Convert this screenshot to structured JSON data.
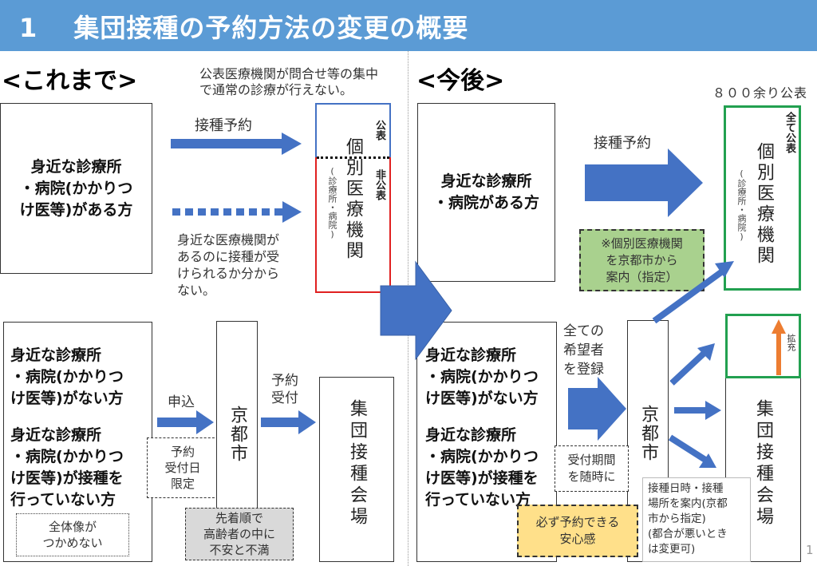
{
  "header": {
    "number": "1",
    "title": "集団接種の予約方法の変更の概要"
  },
  "before": {
    "heading": "<これまで>",
    "top_note": [
      "公表医療機関が問合せ等の集中",
      "で通常の診療が行えない。"
    ],
    "has_clinic_box": [
      "身近な診療所",
      "・病院(かかりつ",
      "け医等)がある方"
    ],
    "arrow_label_reservation": "接種予約",
    "uncertain_note": [
      "身近な医療機関が",
      "あるのに接種が受",
      "けられるか分から",
      "ない。"
    ],
    "clinic_box": {
      "label_public": "公表",
      "label_nonpublic": "非公表",
      "name": "個別医療機関",
      "sub": "(診療所・病院)"
    },
    "no_clinic_box": {
      "group1": [
        "身近な診療所",
        "・病院(かかりつ",
        "け医等)がない方"
      ],
      "group2": [
        "身近な診療所",
        "・病院(かかりつ",
        "け医等)が接種を",
        "行っていない方"
      ],
      "note": [
        "全体像が",
        "つかめない"
      ]
    },
    "apply_label": "申込",
    "limited_note": [
      "予約",
      "受付日",
      "限定"
    ],
    "city_box": "京都市",
    "accept_label": [
      "予約",
      "受付"
    ],
    "first_come_note": [
      "先着順で",
      "高齢者の中に",
      "不安と不満"
    ],
    "venue_box": "集団接種会場"
  },
  "after": {
    "heading": "<今後>",
    "published_count": "８００余り公表",
    "has_clinic_box": [
      "身近な診療所",
      "・病院がある方"
    ],
    "arrow_label_reservation": "接種予約",
    "guide_note": [
      "※個別医療機関",
      "を京都市から",
      "案内（指定）"
    ],
    "clinic_box": {
      "label_all_public": "全て公表",
      "name": "個別医療機関",
      "sub": "(診療所・病院)"
    },
    "no_clinic_box": {
      "group1": [
        "身近な診療所",
        "・病院(かかりつ",
        "け医等)がない方"
      ],
      "group2": [
        "身近な診療所",
        "・病院(かかりつ",
        "け医等)が接種を",
        "行っていない方"
      ]
    },
    "register_label": [
      "全ての",
      "希望者",
      "を登録"
    ],
    "anytime_note": [
      "受付期間",
      "を随時に"
    ],
    "assured_note": [
      "必ず予約できる",
      "安心感"
    ],
    "city_box": "京都市",
    "schedule_note": [
      "接種日時・接種",
      "場所を案内(京都",
      "市から指定)",
      "(都合が悪いとき",
      "は変更可)"
    ],
    "expand_label": "拡充",
    "venue_box": "集団接種会場"
  },
  "page_number": "1",
  "colors": {
    "header": "#5b9bd5",
    "arrow": "#4472c4",
    "public_border": "#4472c4",
    "nonpublic_border": "#e02020",
    "green_border": "#22a050",
    "green_note": "#a9d18e",
    "yellow_note": "#ffe08a",
    "gray_note": "#d9d9d9",
    "orange_arrow": "#ed7d31"
  }
}
